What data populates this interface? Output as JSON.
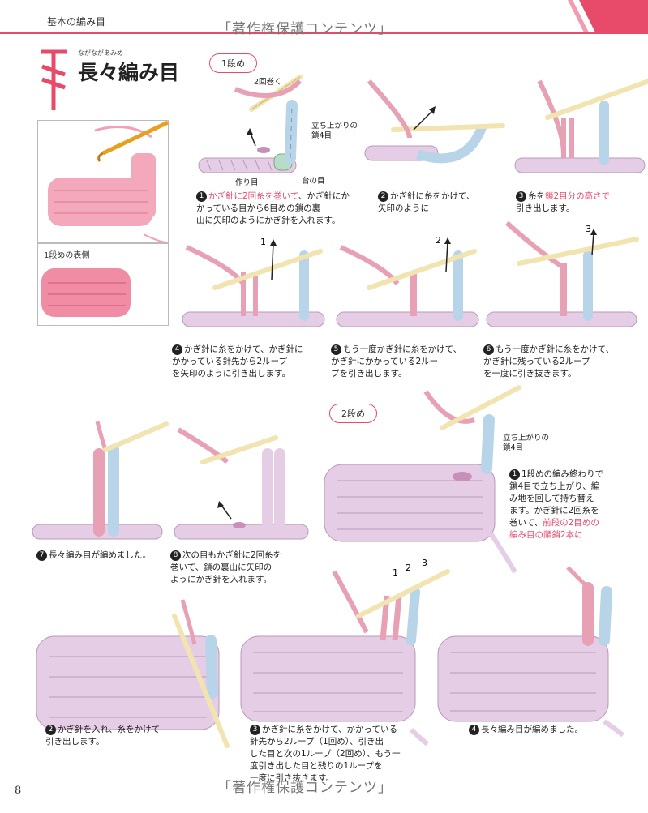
{
  "header": {
    "section_label": "基本の編み目",
    "watermark": "「著作権保護コンテンツ」"
  },
  "title": {
    "ruby": "ながながあみめ",
    "text": "長々編み目"
  },
  "photos": {
    "photo2_caption": "1段めの表側"
  },
  "row1": {
    "pill": "1段め",
    "labels": {
      "wrap_twice": "2回巻く",
      "turning_chain": "立ち上がりの\n鎖4目",
      "foundation": "作り目",
      "base_stitch": "台の目"
    },
    "steps": [
      {
        "num": "1",
        "red": "かぎ針に2回糸を巻いて",
        "rest": "、かぎ針にか\nかっている目から6目めの鎖の裏\n山に矢印のようにかぎ針を入れます。"
      },
      {
        "num": "2",
        "text": "かぎ針に糸をかけて、\n矢印のように"
      },
      {
        "num": "3",
        "pre": "糸を",
        "red": "鎖2目分の高さで",
        "rest": "\n引き出します。"
      },
      {
        "num": "4",
        "text": "かぎ針に糸をかけて、かぎ針に\nかかっている針先から2ループ\nを矢印のように引き出します。",
        "marker": "1"
      },
      {
        "num": "5",
        "text": "もう一度かぎ針に糸をかけて、\nかぎ針にかかっている2ルー\nプを引き出します。",
        "marker": "2"
      },
      {
        "num": "6",
        "text": "もう一度かぎ針に糸をかけて、\nかぎ針に残っている2ループ\nを一度に引き抜きます。",
        "marker": "3"
      },
      {
        "num": "7",
        "text": "長々編み目が編めました。"
      },
      {
        "num": "8",
        "text": "次の目もかぎ針に2回糸を\n巻いて、鎖の裏山に矢印の\nようにかぎ針を入れます。"
      }
    ]
  },
  "row2": {
    "pill": "2段め",
    "labels": {
      "turning_chain": "立ち上がりの\n鎖4目"
    },
    "steps": [
      {
        "num": "1",
        "pre": "1段めの編み終わりで\n鎖4目で立ち上がり、編\nみ地を回して持ち替え\nます。かぎ針に2回糸を\n巻いて、",
        "red": "前段の2目めの\n編み目の頭鎖2本に"
      },
      {
        "num": "2",
        "text": "かぎ針を入れ、糸をかけて\n引き出します。"
      },
      {
        "num": "3",
        "text": "かぎ針に糸をかけて、かかっている\n針先から2ループ（1回め）、引き出\nした目と次の1ループ（2回め）、もう一\n度引き出した目と残りの1ループを\n一度に引き抜きます。",
        "markers": [
          "1",
          "2",
          "3"
        ]
      },
      {
        "num": "4",
        "text": "長々編み目が編めました。"
      }
    ]
  },
  "page_number": "8",
  "colors": {
    "accent": "#e84a6a",
    "yarn_pink": "#e8a0b4",
    "yarn_blue": "#b8d4e8",
    "yarn_lavender": "#e6cde6",
    "hook": "#f2e4b0"
  }
}
